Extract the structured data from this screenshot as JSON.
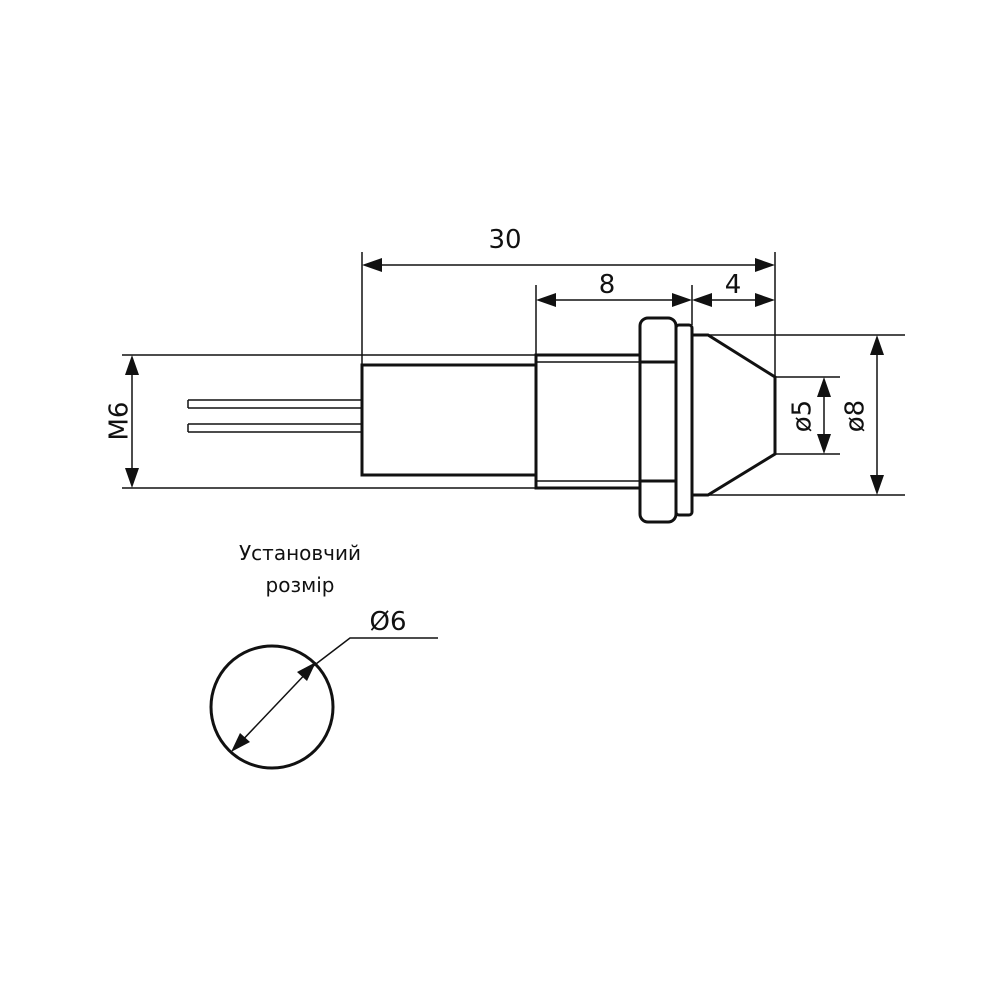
{
  "dimensions": {
    "total_length": "30",
    "body_length": "8",
    "lens_length": "4",
    "thread": "M6",
    "lens_inner_diameter": "ø5",
    "lens_outer_diameter": "ø8"
  },
  "mounting": {
    "caption_line1": "Установчий",
    "caption_line2": "розмір",
    "hole_diameter": "Ø6"
  },
  "colors": {
    "line": "#111111",
    "background": "#ffffff"
  }
}
